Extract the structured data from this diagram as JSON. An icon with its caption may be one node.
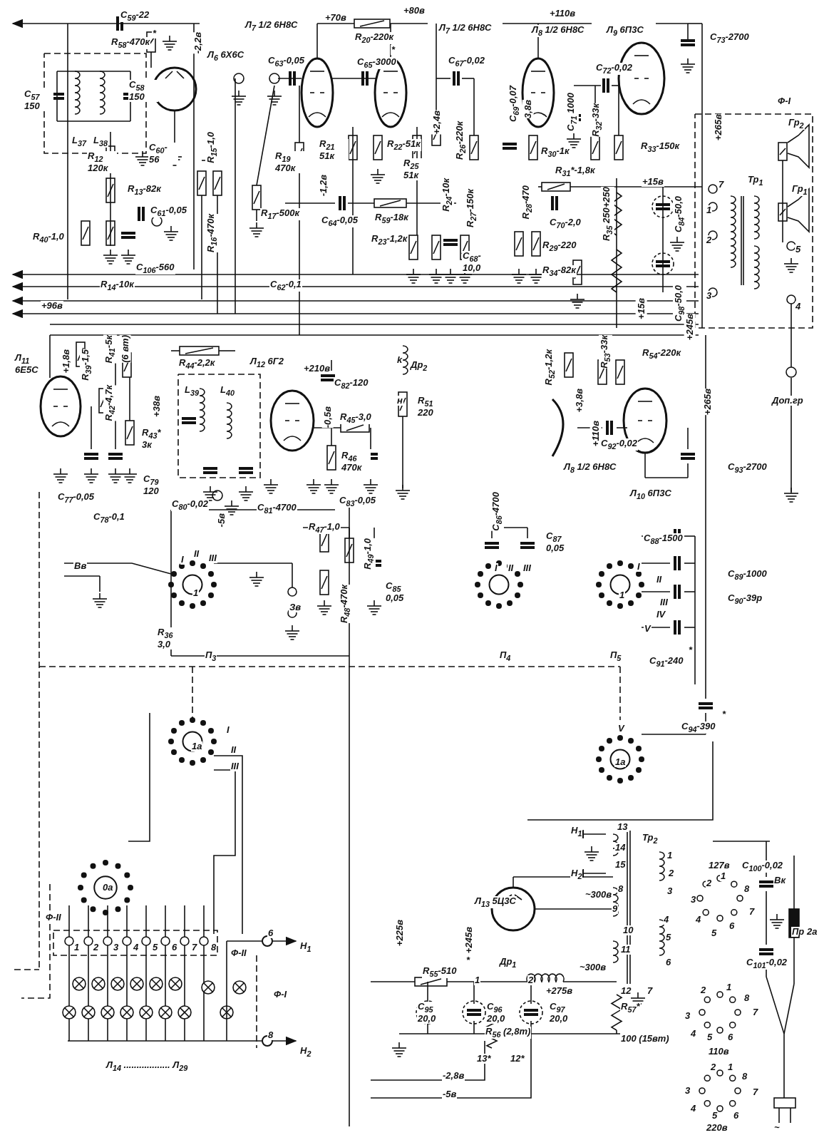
{
  "diagram": {
    "labels": [
      "C$_{59}$-22",
      "*",
      "R$_{58}$-470к",
      "-2,2в",
      "Л$_{6}$ 6Х6С",
      "C$_{57}$ 150",
      "C$_{58}$ 150",
      "L$_{37}$",
      "L$_{38}$",
      "R$_{12}$ 120к",
      "C$_{60}$-56",
      "R$_{13}$-82к",
      "C$_{61}$-0,05",
      "R$_{40}$-1,0",
      "C$_{106}$-560",
      "R$_{14}$-10к",
      "R$_{15}$-1,0",
      "R$_{16}$-470к",
      "C$_{62}$-0,1",
      "+96в",
      "Л$_{7}$ 1/2 6Н8С",
      "+70в",
      "+80в",
      "R$_{20}$-220к",
      "C$_{63}$-0,05",
      "C$_{65}$-3000",
      "*",
      "R$_{19}$ 470к",
      "R$_{17}$-500к",
      "-1,2в",
      "R$_{21}$ 51к",
      "R$_{22}$-51к",
      "R$_{25}$ 51к",
      "C$_{64}$-0,05",
      "R$_{59}$-18к",
      "R$_{23}$-1,2к",
      "+2,4в",
      "R$_{26}$-220к",
      "R$_{24}$-10к",
      "R$_{27}$-150к",
      "C$_{68}$- 10,0",
      "Л$_{7}$ 1/2 6Н8С",
      "C$_{67}$-0,02",
      "+110в",
      "Л$_{8}$ 1/2 6Н8С",
      "Л$_{9}$ 6П3С",
      "C$_{73}$-2700",
      "C$_{69}$-0,07",
      "3,8в",
      "C$_{71}$ 1000",
      "C$_{72}$-0,02",
      "R$_{32}$-33к",
      "R$_{30}$-1к",
      "R$_{33}$-150к",
      "R$_{31}$*-1,8к",
      "+15в",
      "+265в",
      "Ф-I",
      "Гр$_{2}$",
      "Тр$_{1}$",
      "Гр$_{1}$",
      "7",
      "1",
      "2",
      "3",
      "5",
      "4",
      "R$_{28}$-470",
      "C$_{70}$-2,0",
      "R$_{29}$-220",
      "R$_{35}$ 250+250",
      "C$_{84}$-50,0",
      "R$_{34}$-82к",
      "+15в",
      "C$_{98}$-50,0",
      "+245в",
      "Л$_{11}$ 6Е5С",
      "+1,8в",
      "R$_{39}$-1,5",
      "R$_{41}$-5к",
      "(6 вт)",
      "R$_{42}$-4,7к",
      "+38в",
      "R$_{43}$* 3к",
      "R$_{44}$-2,2к",
      "Л$_{12}$ 6Г2",
      "+210в",
      "C$_{82}$-120",
      "k",
      "Др$_{2}$",
      "н",
      "R$_{51}$ 220",
      "R$_{52}$-1,2к",
      "R$_{53}$-33к",
      "R$_{54}$-220к",
      "Доп.гр",
      "L$_{39}$",
      "L$_{40}$",
      "-0,5в",
      "R$_{45}$-3,0",
      "R$_{46}$ 470к",
      "+3,8в",
      "+110в",
      "+265в",
      "C$_{77}$-0,05",
      "C$_{78}$-0,1",
      "C$_{79}$ 120",
      "C$_{80}$-0,02",
      "C$_{81}$-4700",
      "-5в",
      "C$_{83}$-0,05",
      "C$_{92}$-0,02",
      "Л$_{8}$ 1/2 6Н8С",
      "C$_{93}$-2700",
      "Л$_{10}$ 6П3С",
      "C$_{86}$-4700",
      "R$_{47}$-1,0",
      "R$_{49}$-1,0",
      "C$_{87}$ 0,05",
      "C$_{88}$-1500",
      "Вв",
      "I",
      "II",
      "III",
      "I",
      "II",
      "III",
      "I",
      "II",
      "C$_{89}$-1000",
      "III",
      "C$_{90}$-39р",
      "1",
      "1",
      "IV",
      "V",
      "Зв",
      "R$_{48}$-470к",
      "C$_{85}$ 0,05",
      "R$_{36}$ 3,0",
      "П$_{3}$",
      "П$_{4}$",
      "П$_{5}$",
      "C$_{91}$-240",
      "*",
      "V",
      "C$_{94}$-390",
      "*",
      "I",
      "1а",
      "II",
      "1а",
      "III",
      "0а",
      "Ф-II",
      "1",
      "2",
      "3",
      "4",
      "5",
      "6",
      "7",
      "8",
      "Ф-II",
      "6",
      "Н$_{1}$",
      "Ф-I",
      "8",
      "Н$_{2}$",
      "Л$_{14}$ .................. Л$_{29}$",
      "+225в",
      "Л$_{13}$ 5Ц3С",
      "+245в",
      "R$_{55}$-510",
      "*",
      "Др$_{1}$",
      "1",
      "2",
      "+275в",
      "C$_{95}$ 20,0",
      "C$_{96}$ 20,0",
      "C$_{97}$ 20,0",
      "R$_{56}$ (2,8т)",
      "13*",
      "12*",
      "-2,8в",
      "-5в",
      "R$_{57}$*",
      "100 (15вт)",
      "Н$_{1}$",
      "13",
      "14",
      "15",
      "Н$_{2}$",
      "Тр$_{2}$",
      "~300в",
      "8",
      "9",
      "10",
      "11",
      "~300в",
      "12",
      "7",
      "1",
      "2",
      "3",
      "4",
      "5",
      "6",
      "127в",
      "C$_{100}$-0,02",
      "2",
      "1",
      "8",
      "3",
      "Вк",
      "4",
      "7",
      "5",
      "6",
      "Пр 2а",
      "C$_{101}$-0,02",
      "2",
      "1",
      "8",
      "3",
      "7",
      "4",
      "5",
      "6",
      "110в",
      "2",
      "1",
      "8",
      "3",
      "7",
      "4",
      "5",
      "6",
      "220в",
      "~"
    ]
  }
}
